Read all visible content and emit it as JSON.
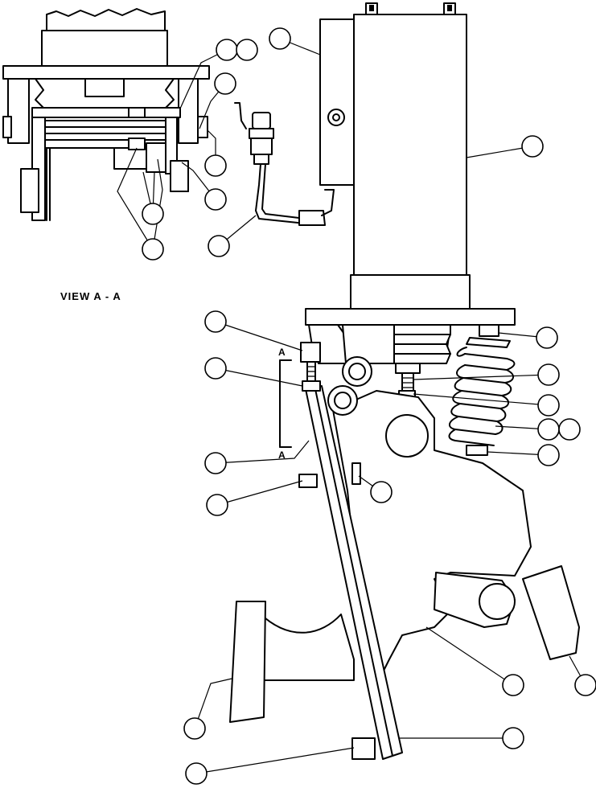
{
  "view_label": "VIEW A - A",
  "section_marks": [
    "A",
    "A"
  ],
  "callout_count": 26
}
